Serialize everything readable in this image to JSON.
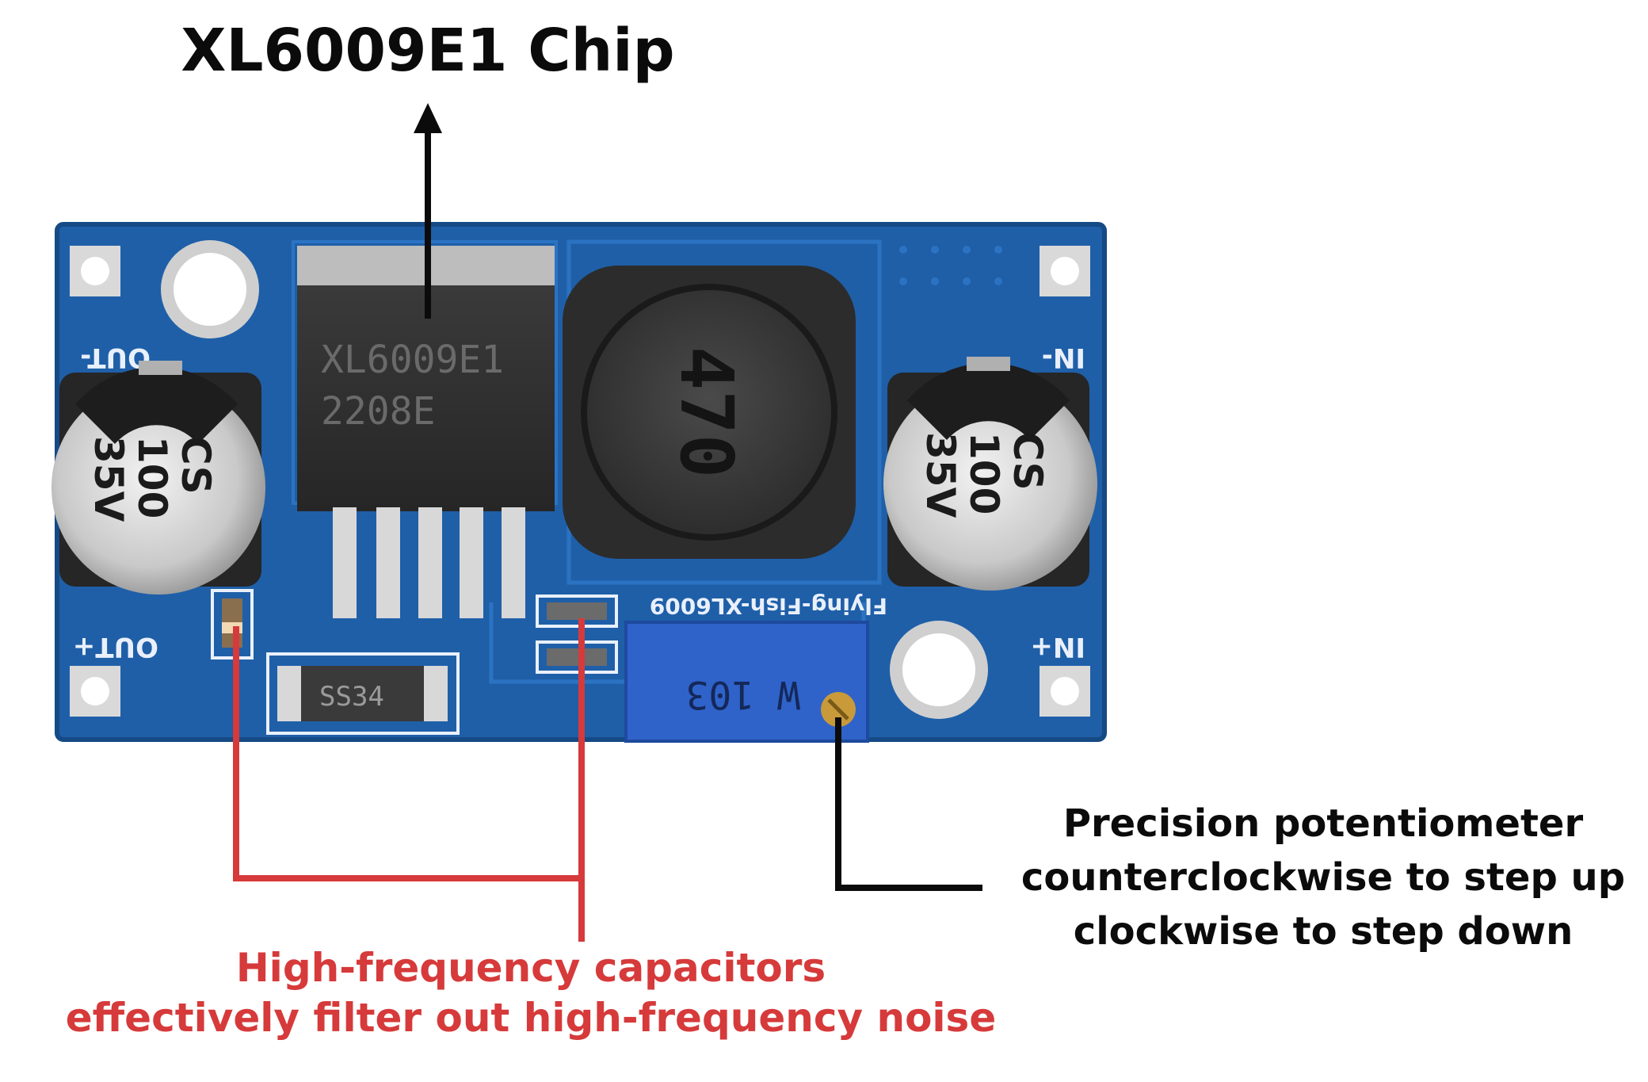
{
  "labels": {
    "chip_title": "XL6009E1 Chip",
    "capacitor_callout": [
      "High-frequency capacitors",
      "effectively filter out high-frequency noise"
    ],
    "potentiometer_callout": [
      "Precision potentiometer",
      "counterclockwise to step up",
      "clockwise to step down"
    ]
  },
  "board": {
    "chip_marking": [
      "XL6009E1",
      "2208E"
    ],
    "inductor_marking": "470",
    "diode_marking": "SS34",
    "pot_marking": "W 103",
    "capacitor_marking": [
      "CS",
      "100",
      "35V"
    ],
    "silkscreen": {
      "out_minus": "OUT-",
      "out_plus": "OUT+",
      "in_minus": "IN-",
      "in_plus": "IN+",
      "brand": "Flying-Fish-XL6009"
    }
  },
  "colors": {
    "pcb": "#1f5fa8",
    "pcb_dark": "#174b86",
    "chip_title": "#0b0b0b",
    "capacitor_callout": "#d63a3a",
    "potentiometer_callout": "#0b0b0b",
    "potentiometer": "#2f63c9"
  }
}
